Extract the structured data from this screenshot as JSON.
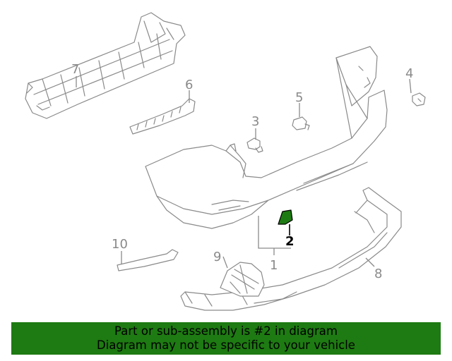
{
  "callouts": {
    "c1": "1",
    "c2": "2",
    "c3": "3",
    "c4": "4",
    "c5": "5",
    "c6": "6",
    "c7": "7",
    "c8": "8",
    "c9": "9",
    "c10": "10"
  },
  "highlighted_part": "2",
  "colors": {
    "highlight": "#1e7a12",
    "line": "#8a8a8a",
    "banner": "#1e7a12"
  },
  "banner": {
    "line1": "Part or sub-assembly is #2 in diagram",
    "line2": "Diagram may not be specific to your vehicle"
  }
}
